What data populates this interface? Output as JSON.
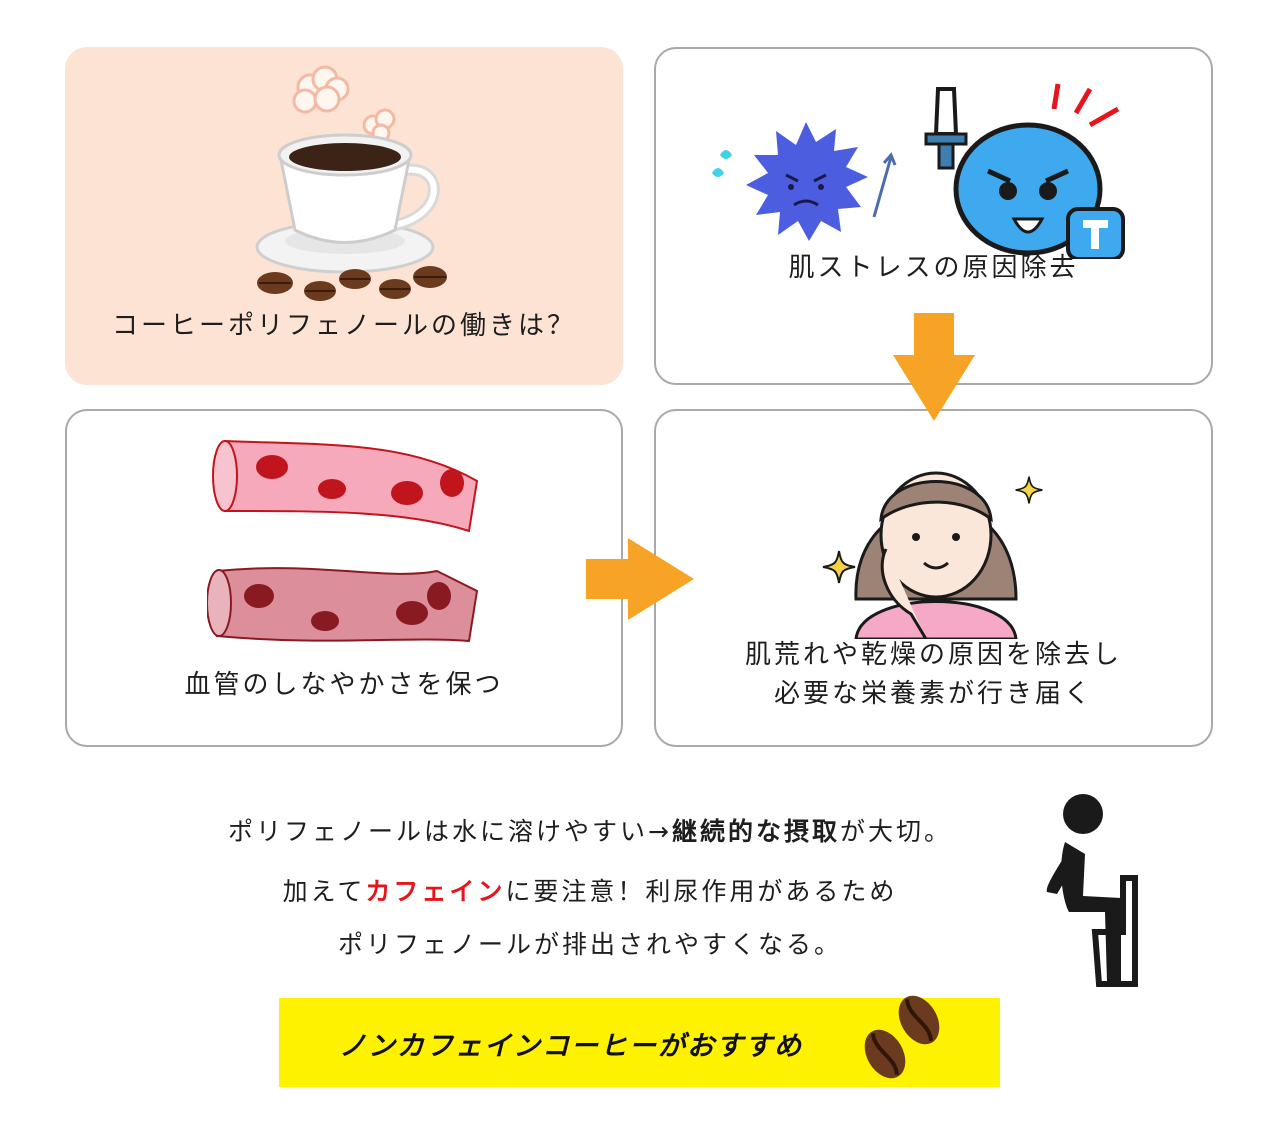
{
  "cards": {
    "coffee": {
      "caption": "コーヒーポリフェノールの働きは？"
    },
    "stress": {
      "caption": "肌ストレスの原因除去"
    },
    "vessel": {
      "caption": "血管のしなやかさを保つ"
    },
    "result": {
      "caption_line1": "肌荒れや乾燥の原因を除去し",
      "caption_line2": "必要な栄養素が行き届く"
    }
  },
  "notes": {
    "line1_prefix": "ポリフェノールは水に溶けやすい→",
    "line1_strong": "継続的な摂取",
    "line1_suffix": "が大切。",
    "line2_prefix": "加えて",
    "line2_red": "カフェイン",
    "line2_suffix": "に要注意！利尿作用があるため",
    "line3": "ポリフェノールが排出されやすくなる。"
  },
  "banner": {
    "text": "ノンカフェインコーヒーがおすすめ"
  },
  "colors": {
    "peach": "#fde3d3",
    "card_border": "#a9a9a9",
    "arrow": "#f7a325",
    "banner": "#fff200",
    "accent_red": "#e8141b",
    "germ": "#4c5de0",
    "shield_char": "#3ea9ef",
    "skin": "#fbe7d9",
    "hair": "#9c8376",
    "shirt": "#f6a9c7",
    "vessel_healthy": "#f5a9bb",
    "vessel_damaged": "#dc8f9a",
    "blood_cell": "#c0151c",
    "bean": "#6b3a1f"
  },
  "icons": [
    "coffee-cup-icon",
    "germ-icon",
    "shield-character-icon",
    "sword-icon",
    "woman-icon",
    "sparkle-icon",
    "blood-vessel-icon",
    "toilet-person-icon",
    "coffee-bean-icon"
  ]
}
